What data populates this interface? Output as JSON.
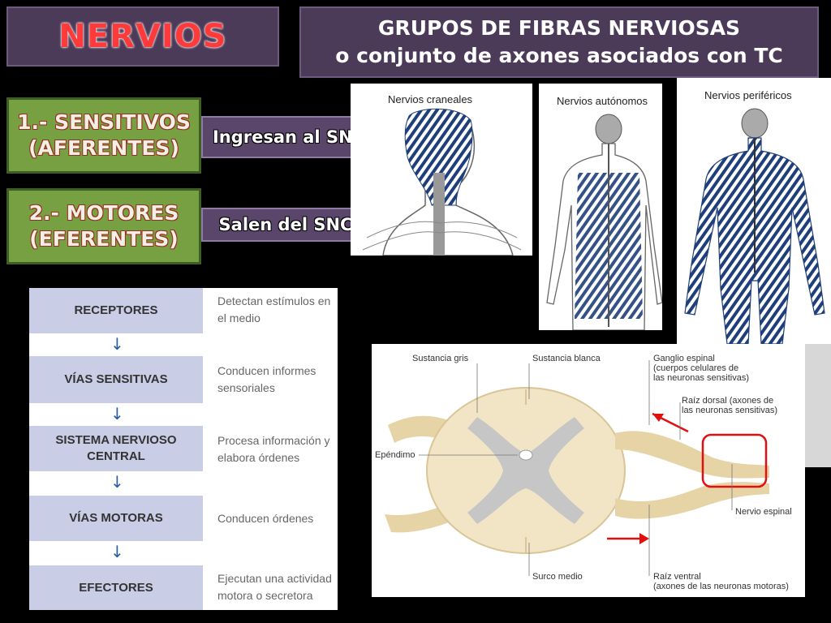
{
  "title": "NERVIOS",
  "header": {
    "line1": "GRUPOS DE FIBRAS NERVIOSAS",
    "line2": "o conjunto de axones asociados con TC"
  },
  "types": [
    {
      "line1": "1.- SENSITIVOS",
      "line2": "(AFERENTES)",
      "note": "Ingresan al SNC"
    },
    {
      "line1": "2.- MOTORES",
      "line2": "(EFERENTES)",
      "note": "Salen del SNC"
    }
  ],
  "figures": {
    "cranial": "Nervios craneales",
    "autonomic": "Nervios autónomos",
    "peripheral": "Nervios periféricos"
  },
  "flow": [
    {
      "label": "RECEPTORES",
      "desc": "Detectan estímulos en el medio"
    },
    {
      "label": "VÍAS SENSITIVAS",
      "desc": "Conducen informes sensoriales"
    },
    {
      "label": "SISTEMA NERVIOSO CENTRAL",
      "desc": "Procesa información y elabora órdenes"
    },
    {
      "label": "VÍAS MOTORAS",
      "desc": "Conducen órdenes"
    },
    {
      "label": "EFECTORES",
      "desc": "Ejecutan una actividad motora o secretora"
    }
  ],
  "spinal": {
    "gray": "Sustancia gris",
    "white": "Sustancia blanca",
    "ganglion_1": "Ganglio espinal",
    "ganglion_2": "(cuerpos celulares de",
    "ganglion_3": "las neuronas sensitivas)",
    "dorsal_1": "Raíz dorsal (axones de",
    "dorsal_2": "las neuronas sensitivas)",
    "ependymo": "Epéndimo",
    "nerve": "Nervio espinal",
    "sulcus": "Surco medio",
    "ventral_1": "Raíz ventral",
    "ventral_2": "(axones de las neuronas motoras)"
  },
  "colors": {
    "hatch": "#1f3f7a",
    "accent_red": "#e01010"
  }
}
